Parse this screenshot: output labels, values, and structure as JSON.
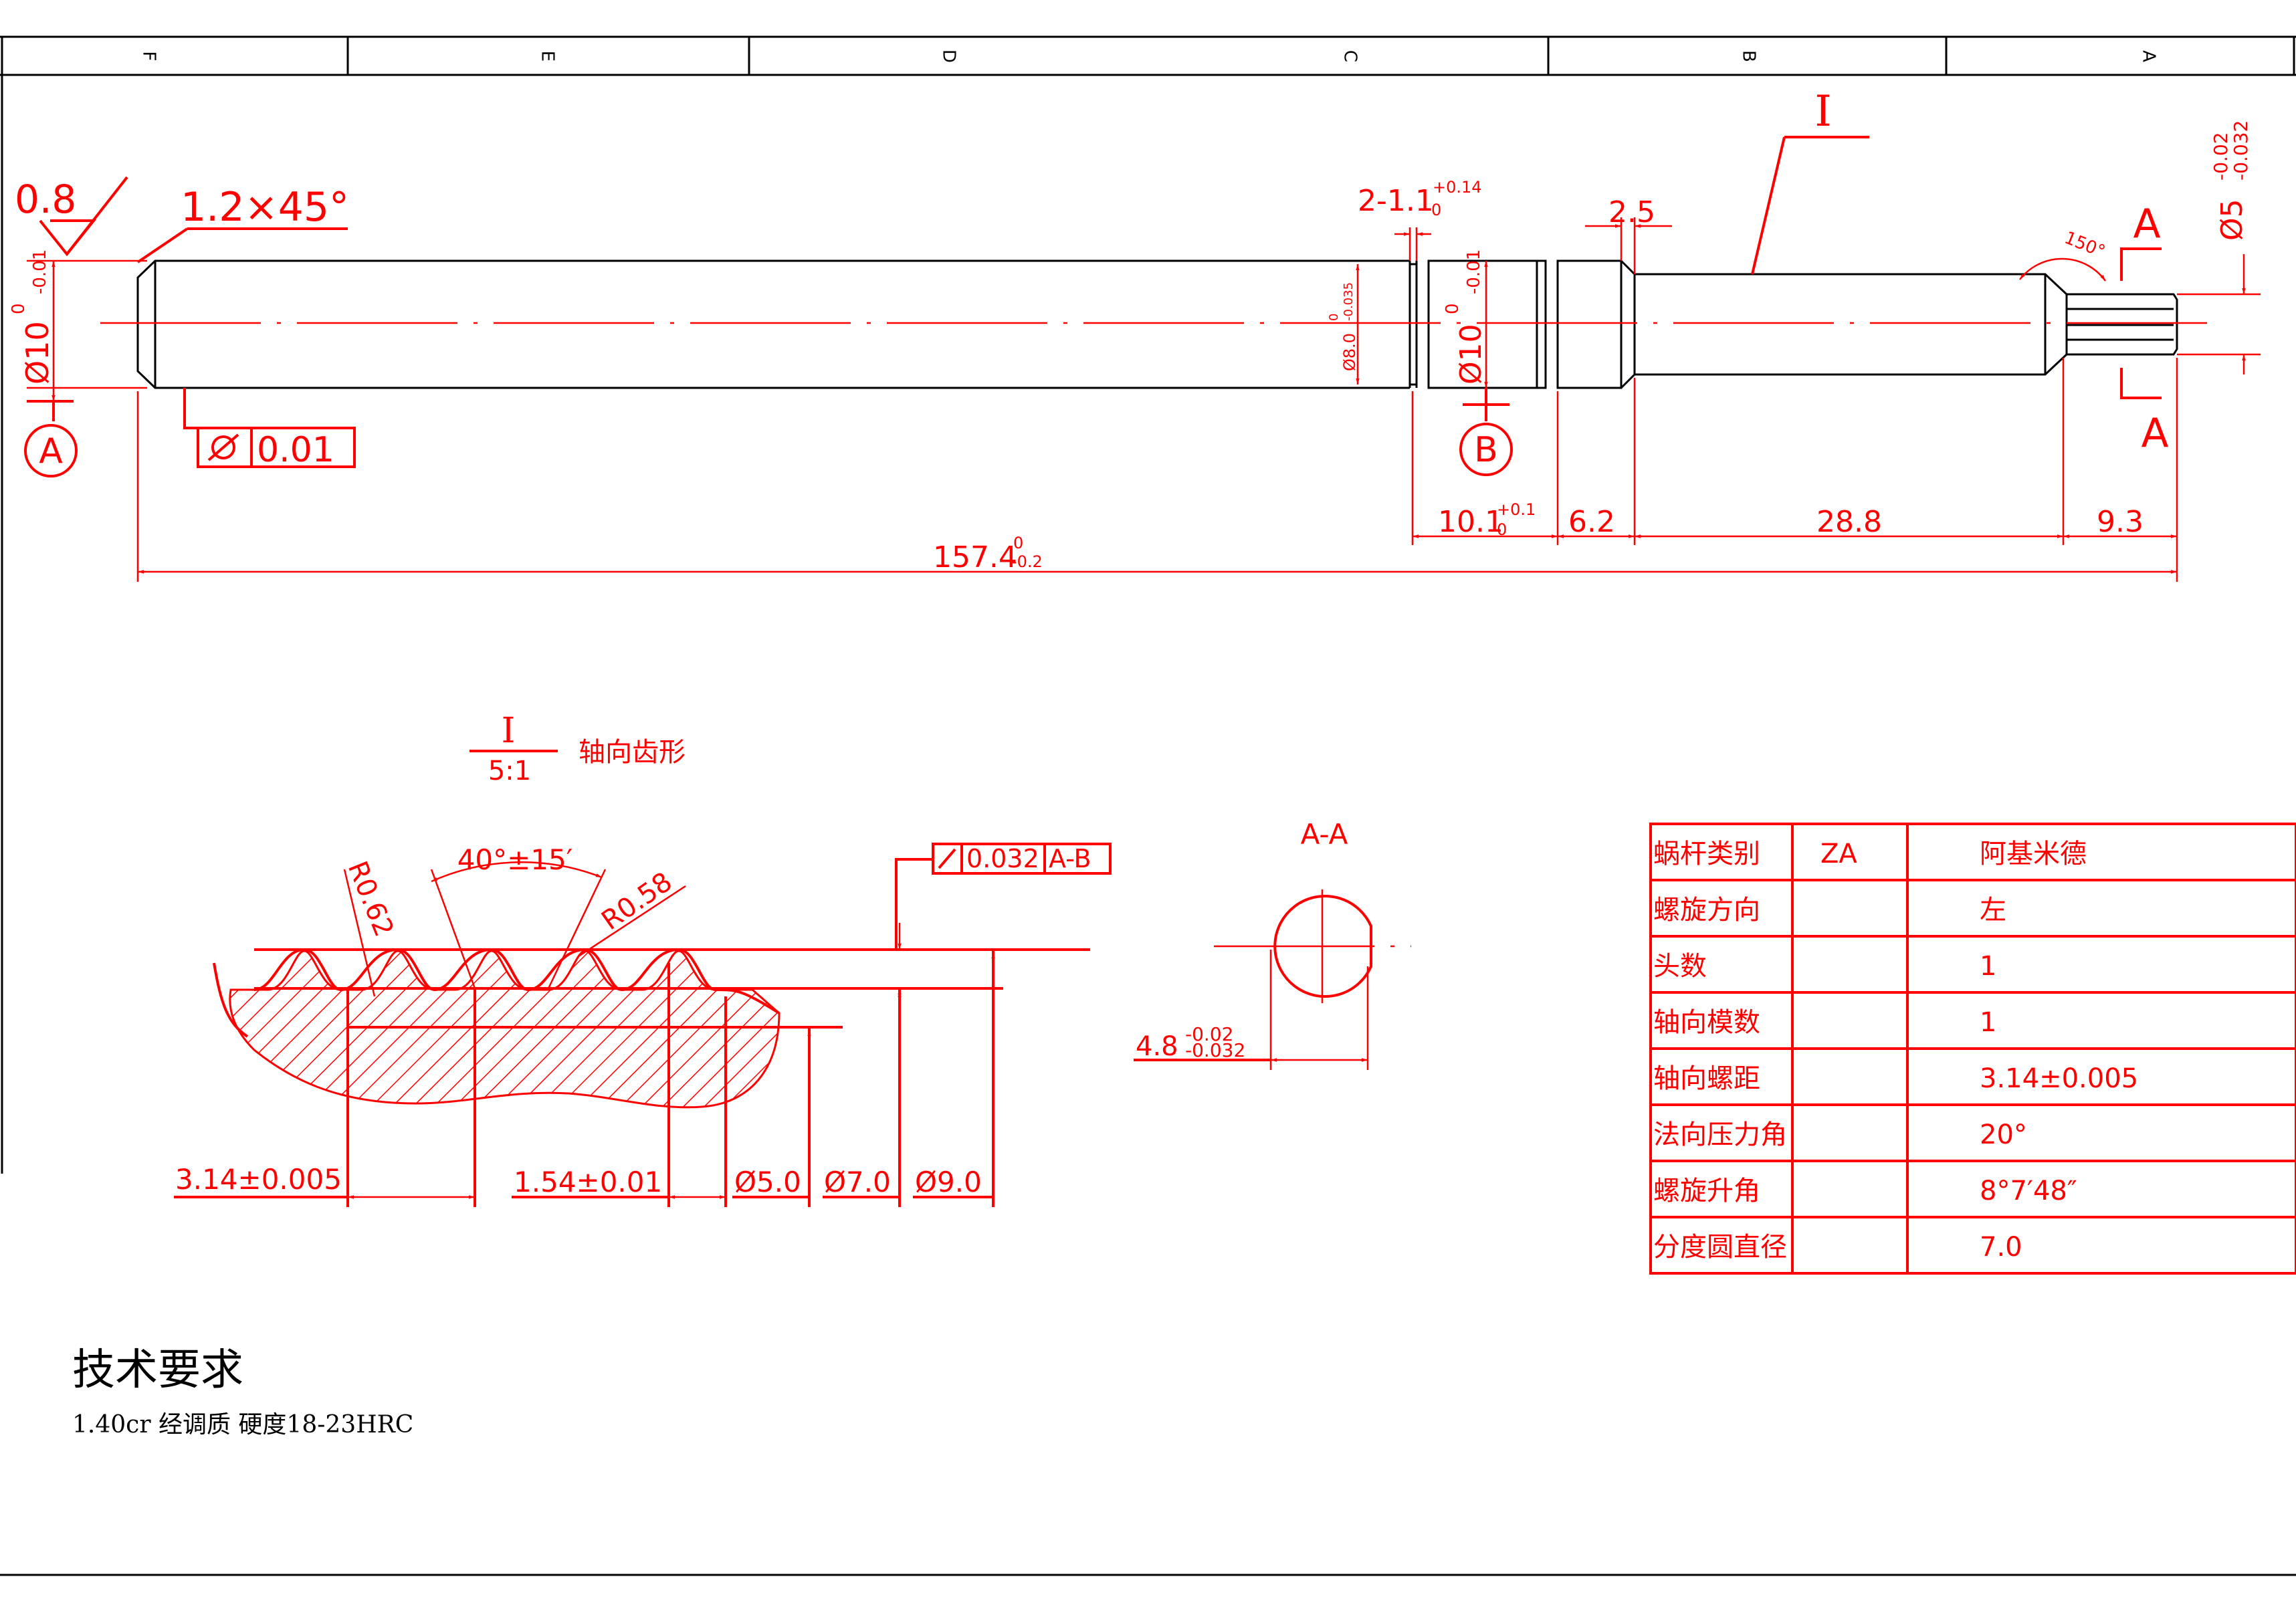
{
  "border": {
    "zones": [
      "F",
      "E",
      "D",
      "C",
      "B",
      "A"
    ]
  },
  "main_view": {
    "surface_finish": "0.8",
    "chamfer": "1.2×45°",
    "left_datum": "A",
    "right_datum": "B",
    "detail_label": "I",
    "runout_tolerance": "0.01",
    "left_dia": "Ø10",
    "left_dia_tol_upper": "0",
    "left_dia_tol_lower": "-0.01",
    "mid_dia": "Ø10",
    "mid_dia_tol_upper": "0",
    "mid_dia_tol_lower": "-0.01",
    "groove_dia": "Ø8.0",
    "groove_dia_tol_upper": "0",
    "groove_dia_tol_lower": "-0.035",
    "groove_label": "2-1.1",
    "groove_sub": "0",
    "groove_sup": "+0.14",
    "collar_width": "2.5",
    "end_dia": "Ø5",
    "end_dia_tol_upper": "-0.02",
    "end_dia_tol_lower": "-0.032",
    "cone_angle": "150°",
    "section_label": "A",
    "dim_10_1": "10.1",
    "dim_10_1_sub": "0",
    "dim_10_1_sup": "+0.1",
    "dim_6_2": "6.2",
    "dim_28_8": "28.8",
    "dim_9_3": "9.3",
    "overall_length": "157.4",
    "overall_sup": "0",
    "overall_sub": "-0.2"
  },
  "tooth_detail": {
    "label": "I",
    "scale": "5:1",
    "caption": "轴向齿形",
    "angle": "40°±15′",
    "r_left": "R0.62",
    "r_right": "R0.58",
    "fcf_tol": "0.032",
    "fcf_datum": "A-B",
    "pitch": "3.14±0.005",
    "tooth_thickness": "1.54±0.01",
    "d_root": "Ø5.0",
    "d_pitch": "Ø7.0",
    "d_tip": "Ø9.0"
  },
  "section_view": {
    "title": "A-A",
    "flat_dim": "4.8",
    "flat_tol_upper": "-0.02",
    "flat_tol_lower": "-0.032"
  },
  "param_table": {
    "rows": [
      {
        "label": "蜗杆类别",
        "code": "ZA",
        "value": "阿基米德"
      },
      {
        "label": "螺旋方向",
        "code": "",
        "value": "左"
      },
      {
        "label": "头数",
        "code": "",
        "value": "1"
      },
      {
        "label": "轴向模数",
        "code": "",
        "value": "1"
      },
      {
        "label": "轴向螺距",
        "code": "",
        "value": "3.14±0.005"
      },
      {
        "label": "法向压力角",
        "code": "",
        "value": "20°"
      },
      {
        "label": "螺旋升角",
        "code": "",
        "value": "8°7′48″"
      },
      {
        "label": "分度圆直径",
        "code": "",
        "value": "7.0"
      }
    ]
  },
  "notes": {
    "title": "技术要求",
    "line1": "1.40cr 经调质 硬度18-23HRC"
  }
}
